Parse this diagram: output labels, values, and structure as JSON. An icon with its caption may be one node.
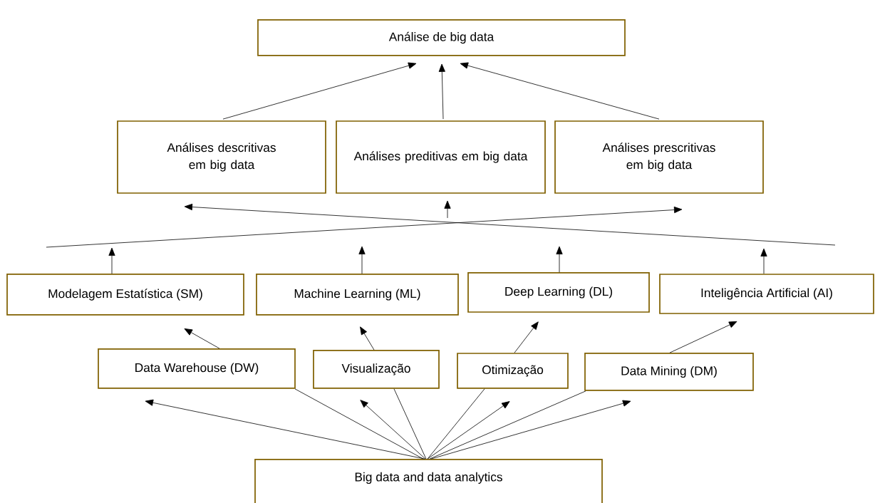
{
  "diagram": {
    "nodes": [
      {
        "text": [
          "Análise de big data"
        ]
      },
      {
        "text": [
          "Análises descritivas em big data"
        ]
      },
      {
        "text": [
          "Análises preditivas em big data"
        ]
      },
      {
        "text": [
          "Análises prescritivas em big data"
        ]
      },
      {
        "text": [
          "Modelagem Estatística (SM)"
        ]
      },
      {
        "text": [
          "Machine Learning (ML)"
        ]
      },
      {
        "text": [
          "Deep Learning (DL)"
        ]
      },
      {
        "text": [
          "Inteligência Artificial (AI)"
        ]
      },
      {
        "text": [
          "Data Warehouse (DW)"
        ]
      },
      {
        "text": [
          "Visualização"
        ]
      },
      {
        "text": [
          "Otimização"
        ]
      },
      {
        "text": [
          "Data Mining (DM)"
        ]
      },
      {
        "text": [
          "Big data and data analytics"
        ]
      }
    ],
    "edges": [
      {
        "from": 1,
        "to": 0,
        "arrow": "to"
      },
      {
        "from": 2,
        "to": 0,
        "arrow": "to"
      },
      {
        "from": 3,
        "to": 0,
        "arrow": "to"
      },
      {
        "from": null,
        "to": 3,
        "arrow": "to"
      },
      {
        "from": null,
        "to": 1,
        "arrow": "to"
      },
      {
        "from": null,
        "to": 2,
        "arrow": "to"
      },
      {
        "from": 4,
        "to": null,
        "arrow": "to"
      },
      {
        "from": 5,
        "to": null,
        "arrow": "to"
      },
      {
        "from": 6,
        "to": null,
        "arrow": "to"
      },
      {
        "from": 7,
        "to": null,
        "arrow": "to"
      },
      {
        "from": 8,
        "to": 4,
        "arrow": "to"
      },
      {
        "from": 9,
        "to": 5,
        "arrow": "to"
      },
      {
        "from": 10,
        "to": 6,
        "arrow": "to"
      },
      {
        "from": 11,
        "to": 7,
        "arrow": "to"
      },
      {
        "from": 12,
        "to": 8,
        "arrow": "to"
      },
      {
        "from": 8,
        "to": 12,
        "arrow": "none"
      },
      {
        "from": 12,
        "to": 9,
        "arrow": "to"
      },
      {
        "from": 9,
        "to": 12,
        "arrow": "none"
      },
      {
        "from": 10,
        "to": 12,
        "arrow": "none"
      },
      {
        "from": 12,
        "to": 10,
        "arrow": "to"
      },
      {
        "from": 11,
        "to": 12,
        "arrow": "none"
      },
      {
        "from": 12,
        "to": 11,
        "arrow": "to"
      }
    ]
  }
}
